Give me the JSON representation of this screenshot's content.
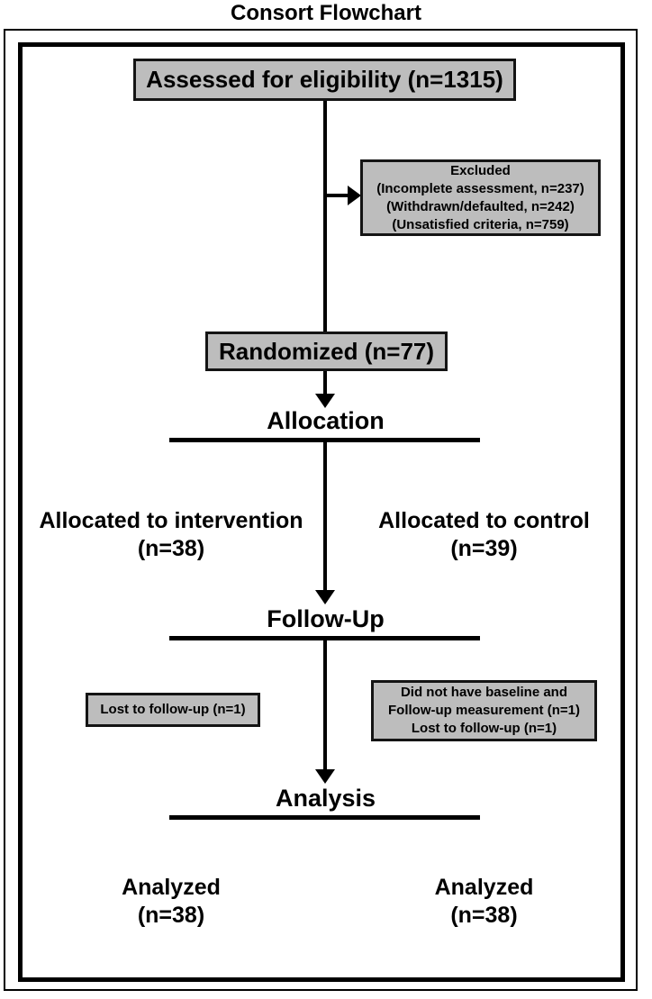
{
  "title": "Consort Flowchart",
  "colors": {
    "box_fill": "#bdbdbd",
    "box_border": "#141414",
    "line": "#000000"
  },
  "boxes": {
    "assessed": "Assessed for eligibility (n=1315)",
    "excluded": [
      "Excluded",
      "(Incomplete assessment, n=237)",
      "(Withdrawn/defaulted, n=242)",
      "(Unsatisfied criteria, n=759)"
    ],
    "randomized": "Randomized (n=77)",
    "lost_intervention": [
      "Lost to follow-up (n=1)"
    ],
    "lost_control": [
      "Did not have baseline and",
      "Follow-up measurement (n=1)",
      "Lost to follow-up (n=1)"
    ]
  },
  "headings": {
    "allocation": "Allocation",
    "followup": "Follow-Up",
    "analysis": "Analysis"
  },
  "labels": {
    "allocated_intervention": [
      "Allocated to intervention",
      "(n=38)"
    ],
    "allocated_control": [
      "Allocated to control",
      "(n=39)"
    ],
    "analyzed_intervention": [
      "Analyzed",
      "(n=38)"
    ],
    "analyzed_control": [
      "Analyzed",
      "(n=38)"
    ]
  }
}
